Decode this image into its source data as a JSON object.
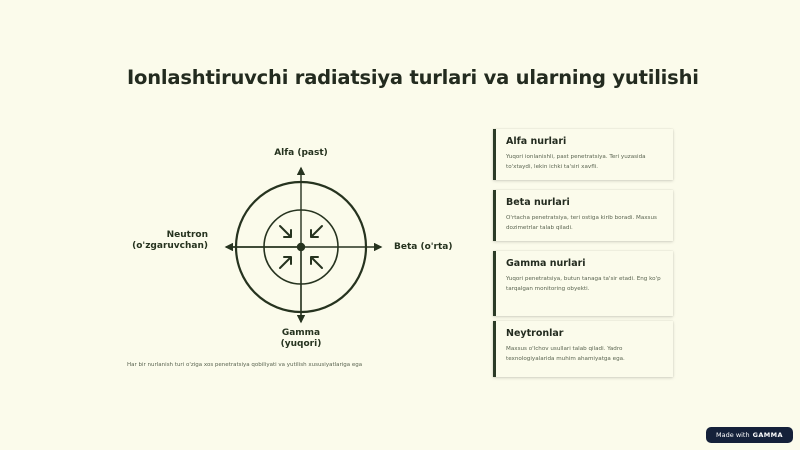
{
  "page": {
    "title": "Ionlashtiruvchi radiatsiya turlari va ularning yutilishi",
    "caption": "Har bir nurlanish turi o'ziga xos penetratsiya qobiliyati va yutilish xususiyatlariga ega"
  },
  "diagram": {
    "top_label": "Alfa (past)",
    "right_label": "Beta (o'rta)",
    "bottom_label_line1": "Gamma",
    "bottom_label_line2": "(yuqori)",
    "left_label_line1": "Neutron",
    "left_label_line2": "(o'zgaruvchan)"
  },
  "cards": [
    {
      "title": "Alfa nurlari",
      "text": "Yuqori ionlanishli, past penetratsiya. Teri yuzasida to'xtaydi, lekin ichki ta'siri xavfli."
    },
    {
      "title": "Beta nurlari",
      "text": "O'rtacha penetratsiya, teri ostiga kirib boradi. Maxsus dozimetrlar talab qiladi."
    },
    {
      "title": "Gamma nurlari",
      "text": "Yuqori penetratsiya, butun tanaga ta'sir etadi. Eng ko'p tarqalgan monitoring obyekti."
    },
    {
      "title": "Neytronlar",
      "text": "Maxsus o'lchov usullari talab qiladi. Yadro texnologiyalarida muhim ahamiyatga ega."
    }
  ],
  "badge": {
    "prefix": "Made with",
    "brand": "GAMMA"
  },
  "colors": {
    "background": "#fbfbeb",
    "ink": "#26331f",
    "card_accent": "#2b3a26",
    "badge": "#15213a"
  }
}
